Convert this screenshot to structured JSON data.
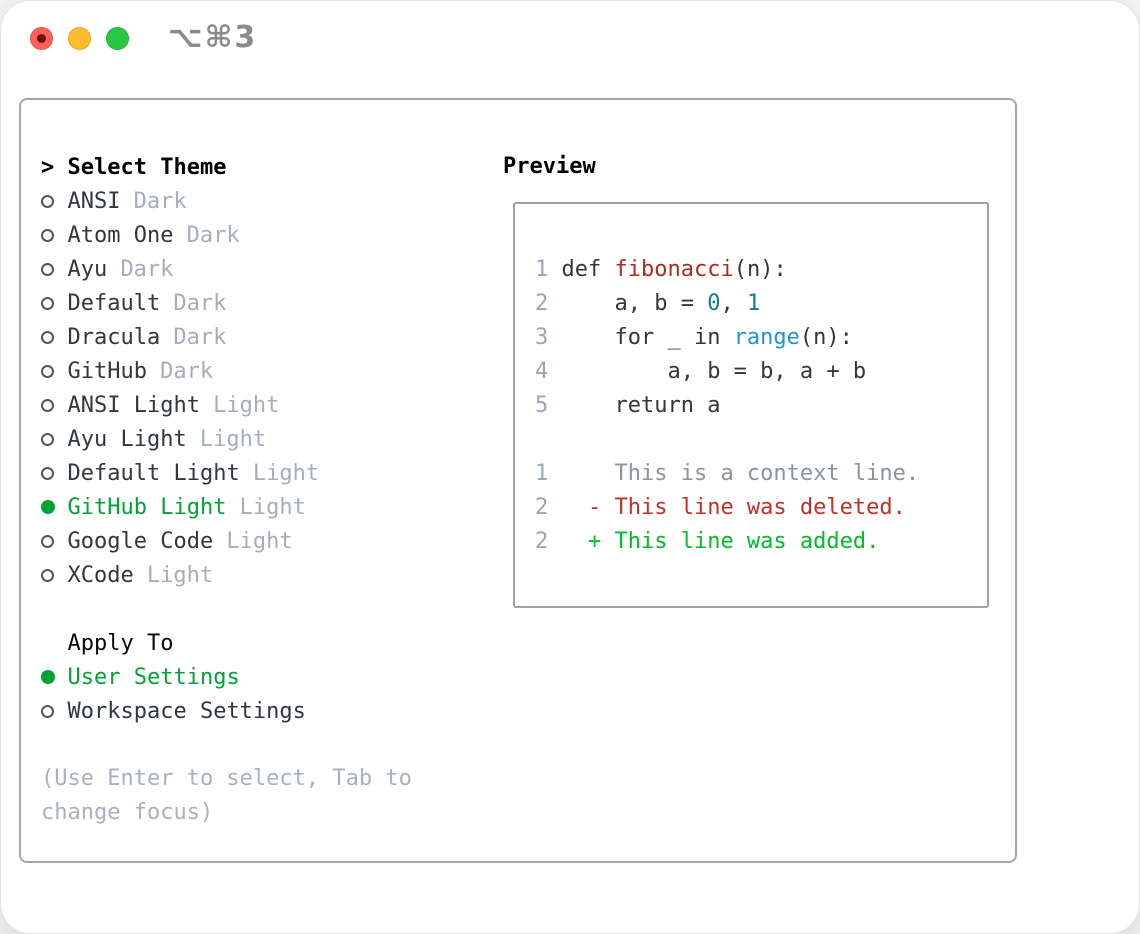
{
  "window": {
    "title": "⌥⌘3"
  },
  "colors": {
    "selected_green": "#00a435",
    "added_green": "#00bd28",
    "deleted_red": "#c43122",
    "function_red": "#ab2d1f",
    "number_teal": "#0e7f89",
    "builtin_blue": "#1d95d2"
  },
  "theme_panel": {
    "prompt": ">",
    "title": "Select Theme",
    "items": [
      {
        "name": "ANSI",
        "tag": "Dark",
        "selected": false
      },
      {
        "name": "Atom One",
        "tag": "Dark",
        "selected": false
      },
      {
        "name": "Ayu",
        "tag": "Dark",
        "selected": false
      },
      {
        "name": "Default",
        "tag": "Dark",
        "selected": false
      },
      {
        "name": "Dracula",
        "tag": "Dark",
        "selected": false
      },
      {
        "name": "GitHub",
        "tag": "Dark",
        "selected": false
      },
      {
        "name": "ANSI Light",
        "tag": "Light",
        "selected": false
      },
      {
        "name": "Ayu Light",
        "tag": "Light",
        "selected": false
      },
      {
        "name": "Default Light",
        "tag": "Light",
        "selected": false
      },
      {
        "name": "GitHub Light",
        "tag": "Light",
        "selected": true
      },
      {
        "name": "Google Code",
        "tag": "Light",
        "selected": false
      },
      {
        "name": "XCode",
        "tag": "Light",
        "selected": false
      }
    ]
  },
  "apply_to": {
    "title": "Apply To",
    "options": [
      {
        "label": "User Settings",
        "selected": true
      },
      {
        "label": "Workspace Settings",
        "selected": false
      }
    ]
  },
  "help": {
    "text": "(Use Enter to select, Tab to change focus)"
  },
  "preview": {
    "title": "Preview",
    "code_lines": [
      [
        {
          "s": "ln",
          "t": "1 "
        },
        {
          "s": "code",
          "t": "def "
        },
        {
          "s": "fn",
          "t": "fibonacci"
        },
        {
          "s": "code",
          "t": "(n):"
        }
      ],
      [
        {
          "s": "ln",
          "t": "2 "
        },
        {
          "s": "code",
          "t": "    a, b = "
        },
        {
          "s": "num",
          "t": "0"
        },
        {
          "s": "code",
          "t": ", "
        },
        {
          "s": "num",
          "t": "1"
        }
      ],
      [
        {
          "s": "ln",
          "t": "3 "
        },
        {
          "s": "code",
          "t": "    for _ in "
        },
        {
          "s": "blt",
          "t": "range"
        },
        {
          "s": "code",
          "t": "(n):"
        }
      ],
      [
        {
          "s": "ln",
          "t": "4 "
        },
        {
          "s": "code",
          "t": "        a, b = b, a + b"
        }
      ],
      [
        {
          "s": "ln",
          "t": "5 "
        },
        {
          "s": "code",
          "t": "    return a"
        }
      ]
    ],
    "diff_lines": [
      [
        {
          "s": "ln",
          "t": "1 "
        },
        {
          "s": "ctx",
          "t": "    This is a context line."
        }
      ],
      [
        {
          "s": "ln",
          "t": "2 "
        },
        {
          "s": "del",
          "t": "  - This line was deleted."
        }
      ],
      [
        {
          "s": "ln",
          "t": "2 "
        },
        {
          "s": "add",
          "t": "  + This line was added."
        }
      ]
    ]
  }
}
